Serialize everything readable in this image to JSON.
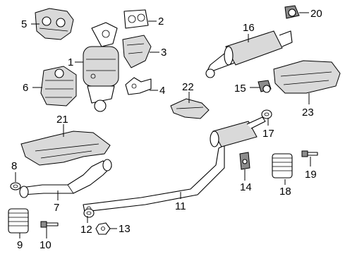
{
  "callouts": [
    {
      "id": "1",
      "label": "1"
    },
    {
      "id": "2",
      "label": "2"
    },
    {
      "id": "3",
      "label": "3"
    },
    {
      "id": "4",
      "label": "4"
    },
    {
      "id": "5",
      "label": "5"
    },
    {
      "id": "6",
      "label": "6"
    },
    {
      "id": "7",
      "label": "7"
    },
    {
      "id": "8",
      "label": "8"
    },
    {
      "id": "9",
      "label": "9"
    },
    {
      "id": "10",
      "label": "10"
    },
    {
      "id": "11",
      "label": "11"
    },
    {
      "id": "12",
      "label": "12"
    },
    {
      "id": "13",
      "label": "13"
    },
    {
      "id": "14",
      "label": "14"
    },
    {
      "id": "15",
      "label": "15"
    },
    {
      "id": "16",
      "label": "16"
    },
    {
      "id": "17",
      "label": "17"
    },
    {
      "id": "18",
      "label": "18"
    },
    {
      "id": "19",
      "label": "19"
    },
    {
      "id": "20",
      "label": "20"
    },
    {
      "id": "21",
      "label": "21"
    },
    {
      "id": "22",
      "label": "22"
    },
    {
      "id": "23",
      "label": "23"
    }
  ]
}
